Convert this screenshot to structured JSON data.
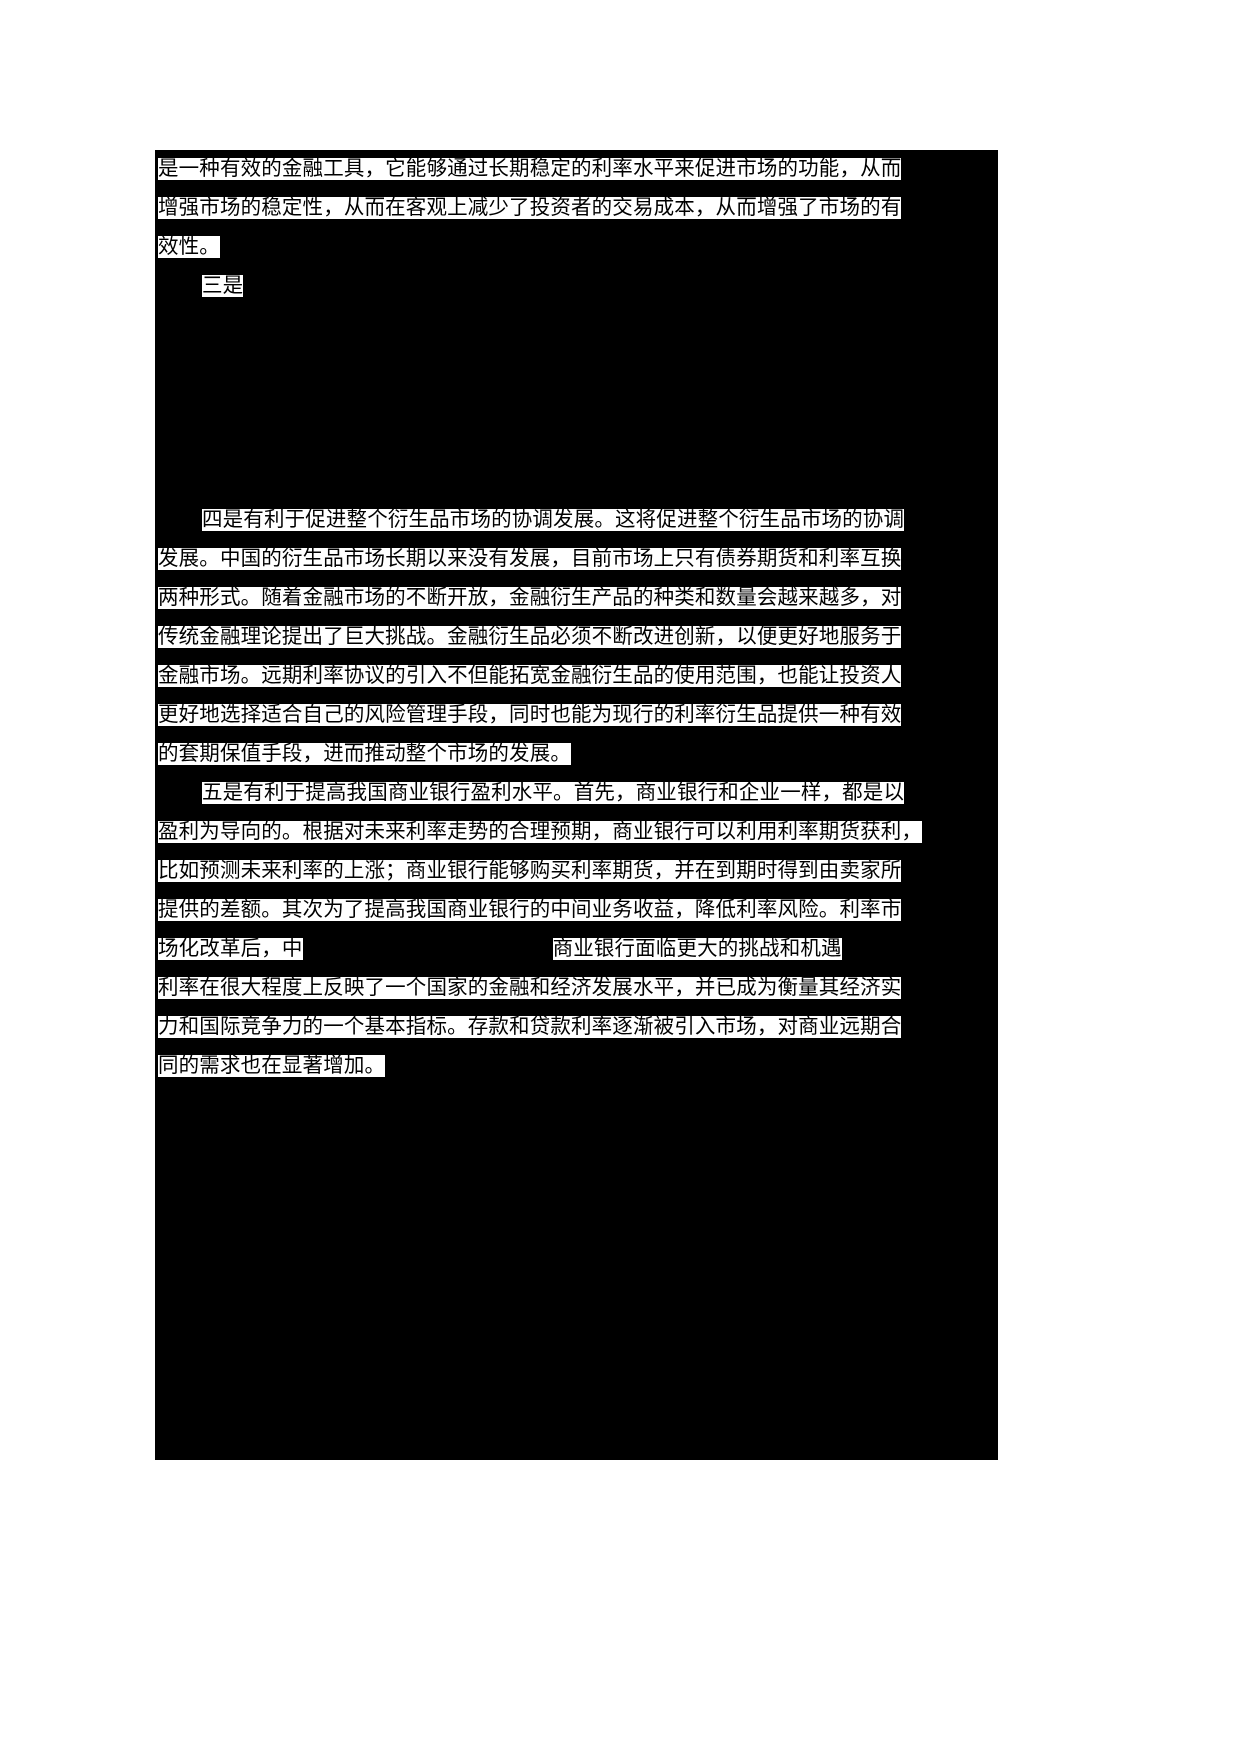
{
  "document": {
    "page_background": "#ffffff",
    "redaction_color": "#000000",
    "highlight_color": "#ffffff",
    "text_color": "#000000",
    "language": "zh-CN",
    "lines": [
      {
        "id": "l1",
        "indent": 0,
        "text": "是一种有效的金融工具，它能够通过长期稳定的利率水平来促进市场的功能，从而"
      },
      {
        "id": "l2",
        "indent": 0,
        "text": "增强市场的稳定性，从而在客观上减少了投资者的交易成本，从而增强了市场的有"
      },
      {
        "id": "l3",
        "indent": 0,
        "text": "效性。"
      },
      {
        "id": "l4",
        "indent": 44,
        "text": "三是"
      },
      {
        "id": "l5",
        "indent": 0,
        "text": ""
      },
      {
        "id": "l6",
        "indent": 0,
        "text": ""
      },
      {
        "id": "l7",
        "indent": 0,
        "text": ""
      },
      {
        "id": "l8",
        "indent": 0,
        "text": ""
      },
      {
        "id": "l9",
        "indent": 0,
        "text": ""
      },
      {
        "id": "l10",
        "indent": 44,
        "text": "四是有利于促进整个衍生品市场的协调发展。这将促进整个衍生品市场的协调"
      },
      {
        "id": "l11",
        "indent": 0,
        "text": "发展。中国的衍生品市场长期以来没有发展，目前市场上只有债券期货和利率互换"
      },
      {
        "id": "l12",
        "indent": 0,
        "text": "两种形式。随着金融市场的不断开放，金融衍生产品的种类和数量会越来越多，对"
      },
      {
        "id": "l13",
        "indent": 0,
        "text": "传统金融理论提出了巨大挑战。金融衍生品必须不断改进创新，以便更好地服务于"
      },
      {
        "id": "l14",
        "indent": 0,
        "text": "金融市场。远期利率协议的引入不但能拓宽金融衍生品的使用范围，也能让投资人"
      },
      {
        "id": "l15",
        "indent": 0,
        "text": "更好地选择适合自己的风险管理手段，同时也能为现行的利率衍生品提供一种有效"
      },
      {
        "id": "l16",
        "indent": 0,
        "text": "的套期保值手段，进而推动整个市场的发展。"
      },
      {
        "id": "l17",
        "indent": 44,
        "text": "五是有利于提高我国商业银行盈利水平。首先，商业银行和企业一样，都是以"
      },
      {
        "id": "l18",
        "indent": 0,
        "text": "盈利为导向的。根据对未来利率走势的合理预期，商业银行可以利用利率期货获利，"
      },
      {
        "id": "l19",
        "indent": 0,
        "text": "比如预测未来利率的上涨；商业银行能够购买利率期货，并在到期时得到由卖家所"
      },
      {
        "id": "l20",
        "indent": 0,
        "text": "提供的差额。其次为了提高我国商业银行的中间业务收益，降低利率风险。利率市"
      },
      {
        "id": "l21",
        "indent": 0,
        "text": "场化改革后，中",
        "gap_after": 250,
        "text2": "商业银行面临更大的挑战和机遇"
      },
      {
        "id": "l22",
        "indent": 0,
        "text": "利率在很大程度上反映了一个国家的金融和经济发展水平，并已成为衡量其经济实"
      },
      {
        "id": "l23",
        "indent": 0,
        "text": "力和国际竞争力的一个基本指标。存款和贷款利率逐渐被引入市场，对商业远期合"
      },
      {
        "id": "l24",
        "indent": 0,
        "text": "同的需求也在显著增加。"
      },
      {
        "id": "l25",
        "indent": 0,
        "text": ""
      },
      {
        "id": "l26",
        "indent": 0,
        "text": ""
      },
      {
        "id": "l27",
        "indent": 0,
        "text": ""
      },
      {
        "id": "l28",
        "indent": 0,
        "text": ""
      },
      {
        "id": "l29",
        "indent": 0,
        "text": ""
      },
      {
        "id": "l30",
        "indent": 0,
        "text": ""
      },
      {
        "id": "l31",
        "indent": 0,
        "text": ""
      },
      {
        "id": "l32",
        "indent": 0,
        "text": ""
      },
      {
        "id": "l33",
        "indent": 0,
        "text": ""
      }
    ]
  }
}
